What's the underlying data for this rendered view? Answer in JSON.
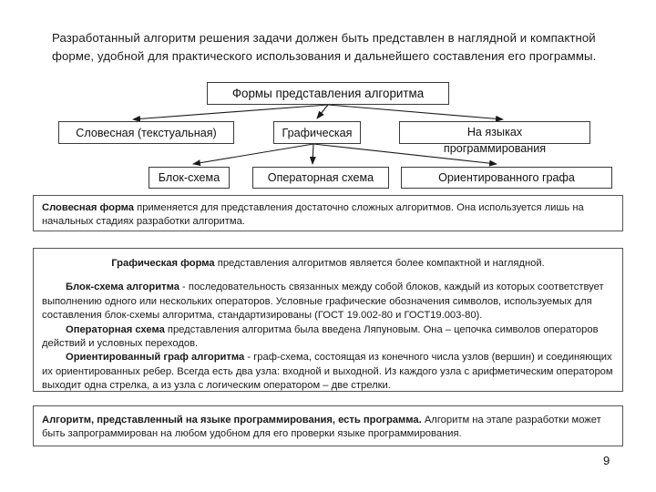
{
  "slide": {
    "page_number": "9",
    "intro_paragraph": "Разработанный алгоритм решения задачи должен быть представлен в наглядной и компактной форме, удобной для практического использования и дальнейшего составления его программы."
  },
  "diagram": {
    "title": "Формы представления алгоритма",
    "nodes": {
      "root": "Формы представления алгоритма",
      "verbal": "Словесная (текстуальная)",
      "graphic": "Графическая",
      "lang_line1": "На языках",
      "lang_line2": "программирования",
      "flowchart": "Блок-схема",
      "operator_scheme": "Операторная схема",
      "directed_graph": "Ориентированного графа"
    },
    "edges": [
      {
        "from": "root",
        "to": "verbal"
      },
      {
        "from": "root",
        "to": "graphic"
      },
      {
        "from": "root",
        "to": "lang"
      },
      {
        "from": "graphic",
        "to": "flowchart"
      },
      {
        "from": "graphic",
        "to": "operator_scheme"
      },
      {
        "from": "graphic",
        "to": "directed_graph"
      }
    ]
  },
  "boxes": {
    "verbal": {
      "lead": "Словесная форма",
      "body": " применяется для представления достаточно сложных алгоритмов. Она используется лишь на начальных стадиях разработки алгоритма."
    },
    "graphic": {
      "heading_lead": "Графическая форма",
      "heading_body": " представления алгоритмов является более компактной и наглядной.",
      "flow_lead": "Блок-схема алгоритма",
      "flow_body": " - последовательность связанных между собой блоков, каждый из которых соответствует выполнению одного или нескольких операторов. Условные графические обозначения символов, используемых для составления блок-схемы алгоритма, стандартизированы (ГОСТ 19.002-80 и ГОСТ19.003-80).",
      "op_lead": "Операторная схема",
      "op_body": " представления алгоритма была введена Ляпуновым. Она – цепочка символов операторов действий и условных переходов.",
      "graph_lead": "Ориентированный граф алгоритма",
      "graph_body": " - граф-схема, состоящая из конечного числа узлов (вершин) и соединяющих их ориентированных ребер. Всегда есть два узла: входной и выходной. Из каждого узла с арифметическим оператором выходит одна стрелка, а из узла с логическим оператором – две стрелки."
    },
    "program": {
      "lead": "Алгоритм, представленный на языке программирования, есть программа.",
      "body": " Алгоритм на этапе разработки может быть запрограммирован на любом удобном для его проверки языке программирования."
    }
  },
  "colors": {
    "text": "#1a1a1a",
    "border": "#555555",
    "node_border": "#3a3a3a",
    "background": "#ffffff"
  }
}
